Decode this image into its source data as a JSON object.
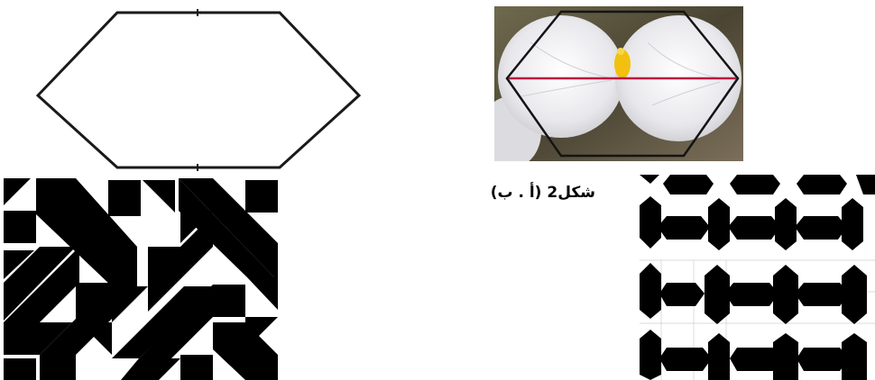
{
  "figure": {
    "caption": "شكل2 (أ . ب)"
  },
  "colors": {
    "line": "#1a1a1a",
    "pattern_fill": "#000000",
    "axis_line": "#b8193e",
    "stamen": "#f2c10f"
  },
  "images": {
    "hexagon": "elongated-hexagon-outline",
    "flower": "white-flower-photo-with-hexagon-overlay",
    "pattern_left": "diagonal-tile-pattern",
    "pattern_right": "hexagon-star-tile-pattern"
  }
}
